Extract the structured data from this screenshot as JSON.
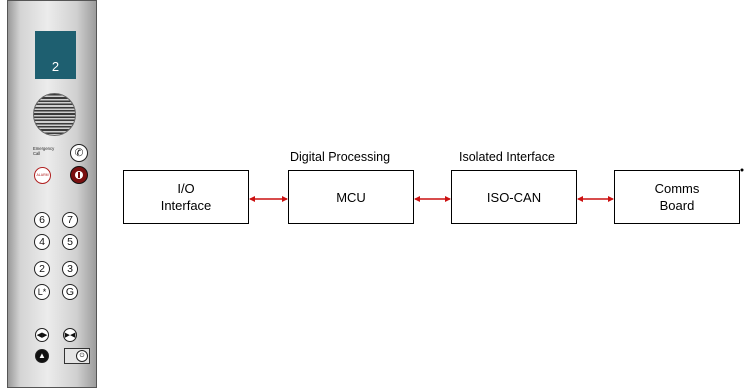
{
  "panel": {
    "floor_display": "2",
    "emergency_label": "Emergency\nCall",
    "alarm_label": "ALARM",
    "floor_buttons": [
      [
        "6",
        "7"
      ],
      [
        "4",
        "5"
      ],
      [
        "2",
        "3"
      ],
      [
        "L*",
        "G"
      ]
    ]
  },
  "diagram": {
    "blocks": [
      {
        "label": "I/O\nInterface",
        "caption": ""
      },
      {
        "label": "MCU",
        "caption": "Digital Processing"
      },
      {
        "label": "ISO-CAN",
        "caption": "Isolated Interface"
      },
      {
        "label": "Comms\nBoard",
        "caption": ""
      }
    ],
    "arrow_color": "#cc1111",
    "arrow_style": "bidirectional"
  }
}
